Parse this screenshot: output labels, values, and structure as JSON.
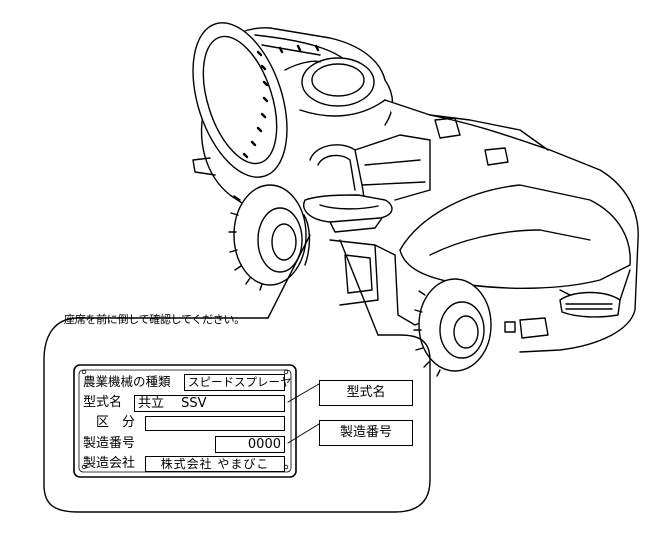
{
  "instruction": "座席を前に倒して確認してください。",
  "plate": {
    "rows": [
      {
        "label": "農業機械の種類",
        "value": "スピードスプレーヤ"
      },
      {
        "label": "型式名",
        "value": "共立　 SSV"
      },
      {
        "label": "区　分",
        "value": ""
      },
      {
        "label": "製造番号",
        "value": "0000"
      },
      {
        "label": "製造会社",
        "value": "株式会社 やまびこ"
      }
    ]
  },
  "callouts": {
    "model_name": "型式名",
    "serial_number": "製造番号"
  },
  "colors": {
    "line": "#000000",
    "background": "#ffffff"
  }
}
